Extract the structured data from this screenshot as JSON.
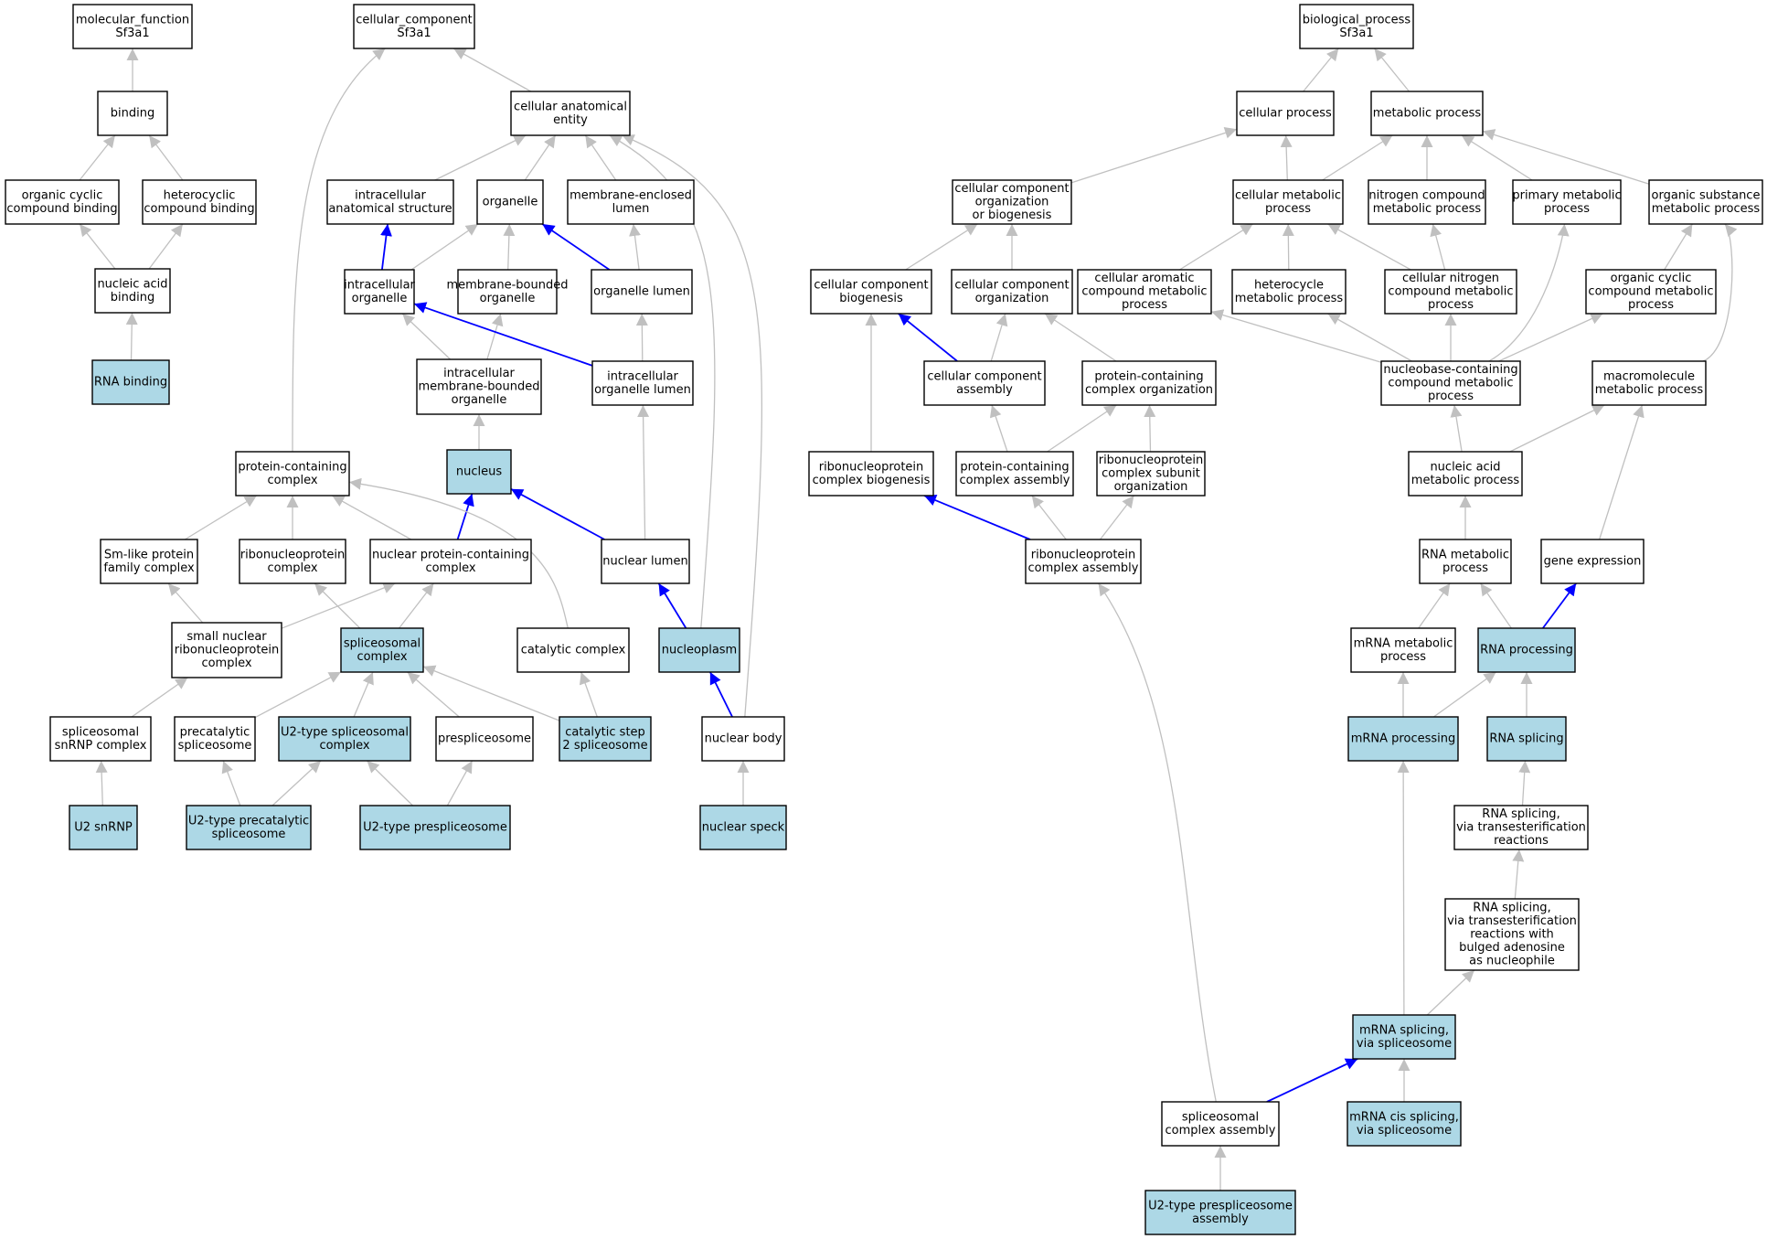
{
  "colors": {
    "node_fill": "#ffffff",
    "highlight_fill": "#add8e6",
    "node_stroke": "#000000",
    "edge_gray": "#c0c0c0",
    "edge_blue": "#0000ff"
  },
  "nodes": [
    {
      "id": "mf",
      "lines": [
        "molecular_function",
        "Sf3a1"
      ],
      "hl": false
    },
    {
      "id": "binding",
      "lines": [
        "binding"
      ],
      "hl": false
    },
    {
      "id": "occb",
      "lines": [
        "organic cyclic",
        "compound binding"
      ],
      "hl": false
    },
    {
      "id": "hcb",
      "lines": [
        "heterocyclic",
        "compound binding"
      ],
      "hl": false
    },
    {
      "id": "nab",
      "lines": [
        "nucleic acid",
        "binding"
      ],
      "hl": false
    },
    {
      "id": "rnab",
      "lines": [
        "RNA binding"
      ],
      "hl": true
    },
    {
      "id": "cc",
      "lines": [
        "cellular_component",
        "Sf3a1"
      ],
      "hl": false
    },
    {
      "id": "cae",
      "lines": [
        "cellular anatomical",
        "entity"
      ],
      "hl": false
    },
    {
      "id": "ias",
      "lines": [
        "intracellular",
        "anatomical structure"
      ],
      "hl": false
    },
    {
      "id": "org",
      "lines": [
        "organelle"
      ],
      "hl": false
    },
    {
      "id": "mel",
      "lines": [
        "membrane-enclosed",
        "lumen"
      ],
      "hl": false
    },
    {
      "id": "io",
      "lines": [
        "intracellular",
        "organelle"
      ],
      "hl": false
    },
    {
      "id": "mbo",
      "lines": [
        "membrane-bounded",
        "organelle"
      ],
      "hl": false
    },
    {
      "id": "ol",
      "lines": [
        "organelle lumen"
      ],
      "hl": false
    },
    {
      "id": "imbo",
      "lines": [
        "intracellular",
        "membrane-bounded",
        "organelle"
      ],
      "hl": false
    },
    {
      "id": "iol",
      "lines": [
        "intracellular",
        "organelle lumen"
      ],
      "hl": false
    },
    {
      "id": "pcc",
      "lines": [
        "protein-containing",
        "complex"
      ],
      "hl": false
    },
    {
      "id": "nuc",
      "lines": [
        "nucleus"
      ],
      "hl": true
    },
    {
      "id": "smlp",
      "lines": [
        "Sm-like protein",
        "family complex"
      ],
      "hl": false
    },
    {
      "id": "rnpc",
      "lines": [
        "ribonucleoprotein",
        "complex"
      ],
      "hl": false
    },
    {
      "id": "npcc",
      "lines": [
        "nuclear protein-containing",
        "complex"
      ],
      "hl": false
    },
    {
      "id": "nl",
      "lines": [
        "nuclear lumen"
      ],
      "hl": false
    },
    {
      "id": "snrnp",
      "lines": [
        "small nuclear",
        "ribonucleoprotein",
        "complex"
      ],
      "hl": false
    },
    {
      "id": "spc",
      "lines": [
        "spliceosomal",
        "complex"
      ],
      "hl": true
    },
    {
      "id": "catc",
      "lines": [
        "catalytic complex"
      ],
      "hl": false
    },
    {
      "id": "npl",
      "lines": [
        "nucleoplasm"
      ],
      "hl": true
    },
    {
      "id": "ssnrnp",
      "lines": [
        "spliceosomal",
        "snRNP complex"
      ],
      "hl": false
    },
    {
      "id": "precs",
      "lines": [
        "precatalytic",
        "spliceosome"
      ],
      "hl": false
    },
    {
      "id": "u2sc",
      "lines": [
        "U2-type spliceosomal",
        "complex"
      ],
      "hl": true
    },
    {
      "id": "pres",
      "lines": [
        "prespliceosome"
      ],
      "hl": false
    },
    {
      "id": "cs2",
      "lines": [
        "catalytic step",
        "2 spliceosome"
      ],
      "hl": true
    },
    {
      "id": "nb",
      "lines": [
        "nuclear body"
      ],
      "hl": false
    },
    {
      "id": "u2snrnp",
      "lines": [
        "U2 snRNP"
      ],
      "hl": true
    },
    {
      "id": "u2prec",
      "lines": [
        "U2-type precatalytic",
        "spliceosome"
      ],
      "hl": true
    },
    {
      "id": "u2pres",
      "lines": [
        "U2-type prespliceosome"
      ],
      "hl": true
    },
    {
      "id": "ns",
      "lines": [
        "nuclear speck"
      ],
      "hl": true
    },
    {
      "id": "bp",
      "lines": [
        "biological_process",
        "Sf3a1"
      ],
      "hl": false
    },
    {
      "id": "cp",
      "lines": [
        "cellular process"
      ],
      "hl": false
    },
    {
      "id": "mp",
      "lines": [
        "metabolic process"
      ],
      "hl": false
    },
    {
      "id": "ccob",
      "lines": [
        "cellular component",
        "organization",
        "or biogenesis"
      ],
      "hl": false
    },
    {
      "id": "cmp",
      "lines": [
        "cellular metabolic",
        "process"
      ],
      "hl": false
    },
    {
      "id": "ncmp",
      "lines": [
        "nitrogen compound",
        "metabolic process"
      ],
      "hl": false
    },
    {
      "id": "pmp",
      "lines": [
        "primary metabolic",
        "process"
      ],
      "hl": false
    },
    {
      "id": "osmp",
      "lines": [
        "organic substance",
        "metabolic process"
      ],
      "hl": false
    },
    {
      "id": "ccb",
      "lines": [
        "cellular component",
        "biogenesis"
      ],
      "hl": false
    },
    {
      "id": "cco",
      "lines": [
        "cellular component",
        "organization"
      ],
      "hl": false
    },
    {
      "id": "cacmp",
      "lines": [
        "cellular aromatic",
        "compound metabolic",
        "process"
      ],
      "hl": false
    },
    {
      "id": "hmp",
      "lines": [
        "heterocycle",
        "metabolic process"
      ],
      "hl": false
    },
    {
      "id": "cncmp",
      "lines": [
        "cellular nitrogen",
        "compound metabolic",
        "process"
      ],
      "hl": false
    },
    {
      "id": "occmp",
      "lines": [
        "organic cyclic",
        "compound metabolic",
        "process"
      ],
      "hl": false
    },
    {
      "id": "cca",
      "lines": [
        "cellular component",
        "assembly"
      ],
      "hl": false
    },
    {
      "id": "pcco",
      "lines": [
        "protein-containing",
        "complex organization"
      ],
      "hl": false
    },
    {
      "id": "nbccmp",
      "lines": [
        "nucleobase-containing",
        "compound metabolic",
        "process"
      ],
      "hl": false
    },
    {
      "id": "mmp",
      "lines": [
        "macromolecule",
        "metabolic process"
      ],
      "hl": false
    },
    {
      "id": "rnpcb",
      "lines": [
        "ribonucleoprotein",
        "complex biogenesis"
      ],
      "hl": false
    },
    {
      "id": "pcca",
      "lines": [
        "protein-containing",
        "complex assembly"
      ],
      "hl": false
    },
    {
      "id": "rnpcso",
      "lines": [
        "ribonucleoprotein",
        "complex subunit",
        "organization"
      ],
      "hl": false
    },
    {
      "id": "namp",
      "lines": [
        "nucleic acid",
        "metabolic process"
      ],
      "hl": false
    },
    {
      "id": "rnpca",
      "lines": [
        "ribonucleoprotein",
        "complex assembly"
      ],
      "hl": false
    },
    {
      "id": "rnamp",
      "lines": [
        "RNA metabolic",
        "process"
      ],
      "hl": false
    },
    {
      "id": "ge",
      "lines": [
        "gene expression"
      ],
      "hl": false
    },
    {
      "id": "mrnamp",
      "lines": [
        "mRNA metabolic",
        "process"
      ],
      "hl": false
    },
    {
      "id": "rnap",
      "lines": [
        "RNA processing"
      ],
      "hl": true
    },
    {
      "id": "mrnap",
      "lines": [
        "mRNA processing"
      ],
      "hl": true
    },
    {
      "id": "rnas",
      "lines": [
        "RNA splicing"
      ],
      "hl": true
    },
    {
      "id": "rnast",
      "lines": [
        "RNA splicing,",
        "via transesterification",
        "reactions"
      ],
      "hl": false
    },
    {
      "id": "rnastb",
      "lines": [
        "RNA splicing,",
        "via transesterification",
        "reactions with",
        "bulged adenosine",
        "as nucleophile"
      ],
      "hl": false
    },
    {
      "id": "mrnas",
      "lines": [
        "mRNA splicing,",
        "via spliceosome"
      ],
      "hl": true
    },
    {
      "id": "sca",
      "lines": [
        "spliceosomal",
        "complex assembly"
      ],
      "hl": false
    },
    {
      "id": "mrnacis",
      "lines": [
        "mRNA cis splicing,",
        "via spliceosome"
      ],
      "hl": true
    },
    {
      "id": "u2presa",
      "lines": [
        "U2-type prespliceosome",
        "assembly"
      ],
      "hl": true
    }
  ],
  "edges": [
    {
      "from": "binding",
      "to": "mf",
      "blue": false
    },
    {
      "from": "occb",
      "to": "binding",
      "blue": false
    },
    {
      "from": "hcb",
      "to": "binding",
      "blue": false
    },
    {
      "from": "nab",
      "to": "occb",
      "blue": false
    },
    {
      "from": "nab",
      "to": "hcb",
      "blue": false
    },
    {
      "from": "rnab",
      "to": "nab",
      "blue": false
    },
    {
      "from": "cae",
      "to": "cc",
      "blue": false
    },
    {
      "from": "pcc",
      "to": "cc",
      "blue": false
    },
    {
      "from": "ias",
      "to": "cae",
      "blue": false
    },
    {
      "from": "org",
      "to": "cae",
      "blue": false
    },
    {
      "from": "mel",
      "to": "cae",
      "blue": false
    },
    {
      "from": "npl",
      "to": "cae",
      "blue": false
    },
    {
      "from": "nb",
      "to": "cae",
      "blue": false
    },
    {
      "from": "io",
      "to": "ias",
      "blue": true
    },
    {
      "from": "io",
      "to": "org",
      "blue": false
    },
    {
      "from": "mbo",
      "to": "org",
      "blue": false
    },
    {
      "from": "ol",
      "to": "org",
      "blue": true
    },
    {
      "from": "ol",
      "to": "mel",
      "blue": false
    },
    {
      "from": "imbo",
      "to": "io",
      "blue": false
    },
    {
      "from": "imbo",
      "to": "mbo",
      "blue": false
    },
    {
      "from": "iol",
      "to": "io",
      "blue": true
    },
    {
      "from": "iol",
      "to": "ol",
      "blue": false
    },
    {
      "from": "nuc",
      "to": "imbo",
      "blue": false
    },
    {
      "from": "nl",
      "to": "iol",
      "blue": false
    },
    {
      "from": "nl",
      "to": "nuc",
      "blue": true
    },
    {
      "from": "npcc",
      "to": "nuc",
      "blue": true
    },
    {
      "from": "smlp",
      "to": "pcc",
      "blue": false
    },
    {
      "from": "rnpc",
      "to": "pcc",
      "blue": false
    },
    {
      "from": "npcc",
      "to": "pcc",
      "blue": false
    },
    {
      "from": "catc",
      "to": "pcc",
      "blue": false
    },
    {
      "from": "snrnp",
      "to": "smlp",
      "blue": false
    },
    {
      "from": "snrnp",
      "to": "npcc",
      "blue": false
    },
    {
      "from": "spc",
      "to": "rnpc",
      "blue": false
    },
    {
      "from": "spc",
      "to": "npcc",
      "blue": false
    },
    {
      "from": "npl",
      "to": "nl",
      "blue": true
    },
    {
      "from": "ssnrnp",
      "to": "snrnp",
      "blue": false
    },
    {
      "from": "precs",
      "to": "spc",
      "blue": false
    },
    {
      "from": "u2sc",
      "to": "spc",
      "blue": false
    },
    {
      "from": "pres",
      "to": "spc",
      "blue": false
    },
    {
      "from": "cs2",
      "to": "spc",
      "blue": false
    },
    {
      "from": "cs2",
      "to": "catc",
      "blue": false
    },
    {
      "from": "nb",
      "to": "npl",
      "blue": true
    },
    {
      "from": "u2snrnp",
      "to": "ssnrnp",
      "blue": false
    },
    {
      "from": "u2prec",
      "to": "precs",
      "blue": false
    },
    {
      "from": "u2prec",
      "to": "u2sc",
      "blue": false
    },
    {
      "from": "u2pres",
      "to": "u2sc",
      "blue": false
    },
    {
      "from": "u2pres",
      "to": "pres",
      "blue": false
    },
    {
      "from": "ns",
      "to": "nb",
      "blue": false
    },
    {
      "from": "cp",
      "to": "bp",
      "blue": false
    },
    {
      "from": "mp",
      "to": "bp",
      "blue": false
    },
    {
      "from": "ccob",
      "to": "cp",
      "blue": false
    },
    {
      "from": "cmp",
      "to": "cp",
      "blue": false
    },
    {
      "from": "cmp",
      "to": "mp",
      "blue": false
    },
    {
      "from": "ncmp",
      "to": "mp",
      "blue": false
    },
    {
      "from": "pmp",
      "to": "mp",
      "blue": false
    },
    {
      "from": "osmp",
      "to": "mp",
      "blue": false
    },
    {
      "from": "ccb",
      "to": "ccob",
      "blue": false
    },
    {
      "from": "cco",
      "to": "ccob",
      "blue": false
    },
    {
      "from": "cacmp",
      "to": "cmp",
      "blue": false
    },
    {
      "from": "hmp",
      "to": "cmp",
      "blue": false
    },
    {
      "from": "cncmp",
      "to": "cmp",
      "blue": false
    },
    {
      "from": "cncmp",
      "to": "ncmp",
      "blue": false
    },
    {
      "from": "occmp",
      "to": "osmp",
      "blue": false
    },
    {
      "from": "cca",
      "to": "ccb",
      "blue": true
    },
    {
      "from": "cca",
      "to": "cco",
      "blue": false
    },
    {
      "from": "pcco",
      "to": "cco",
      "blue": false
    },
    {
      "from": "nbccmp",
      "to": "cacmp",
      "blue": false
    },
    {
      "from": "nbccmp",
      "to": "hmp",
      "blue": false
    },
    {
      "from": "nbccmp",
      "to": "cncmp",
      "blue": false
    },
    {
      "from": "nbccmp",
      "to": "occmp",
      "blue": false
    },
    {
      "from": "nbccmp",
      "to": "pmp",
      "blue": false
    },
    {
      "from": "mmp",
      "to": "osmp",
      "blue": false
    },
    {
      "from": "rnpcb",
      "to": "ccb",
      "blue": false
    },
    {
      "from": "pcca",
      "to": "cca",
      "blue": false
    },
    {
      "from": "pcca",
      "to": "pcco",
      "blue": false
    },
    {
      "from": "rnpcso",
      "to": "pcco",
      "blue": false
    },
    {
      "from": "namp",
      "to": "nbccmp",
      "blue": false
    },
    {
      "from": "namp",
      "to": "mmp",
      "blue": false
    },
    {
      "from": "rnpca",
      "to": "rnpcb",
      "blue": true
    },
    {
      "from": "rnpca",
      "to": "pcca",
      "blue": false
    },
    {
      "from": "rnpca",
      "to": "rnpcso",
      "blue": false
    },
    {
      "from": "rnamp",
      "to": "namp",
      "blue": false
    },
    {
      "from": "ge",
      "to": "mmp",
      "blue": false
    },
    {
      "from": "mrnamp",
      "to": "rnamp",
      "blue": false
    },
    {
      "from": "rnap",
      "to": "rnamp",
      "blue": false
    },
    {
      "from": "rnap",
      "to": "ge",
      "blue": true
    },
    {
      "from": "mrnap",
      "to": "mrnamp",
      "blue": false
    },
    {
      "from": "mrnap",
      "to": "rnap",
      "blue": false
    },
    {
      "from": "rnas",
      "to": "rnap",
      "blue": false
    },
    {
      "from": "rnast",
      "to": "rnas",
      "blue": false
    },
    {
      "from": "rnastb",
      "to": "rnast",
      "blue": false
    },
    {
      "from": "mrnas",
      "to": "rnastb",
      "blue": false
    },
    {
      "from": "mrnas",
      "to": "mrnap",
      "blue": false
    },
    {
      "from": "sca",
      "to": "mrnas",
      "blue": true
    },
    {
      "from": "sca",
      "to": "rnpca",
      "blue": false
    },
    {
      "from": "mrnacis",
      "to": "mrnas",
      "blue": false
    },
    {
      "from": "u2presa",
      "to": "sca",
      "blue": false
    }
  ]
}
